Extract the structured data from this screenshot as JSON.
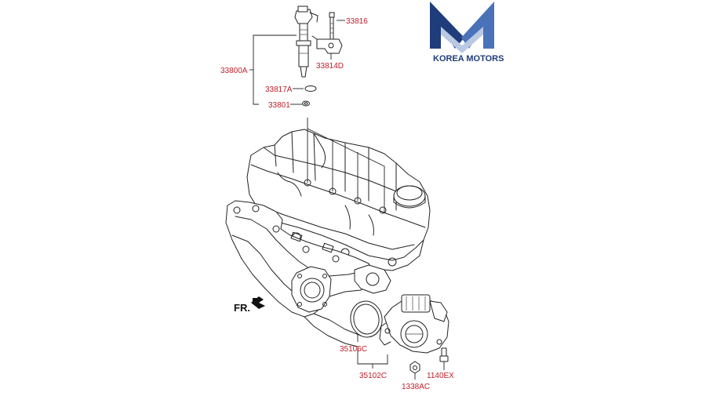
{
  "brand": {
    "name": "KOREA MOTORS",
    "colors": {
      "navy": "#1f3d7a",
      "blue": "#4a72b8",
      "light": "#b9c9e4",
      "accent_red": "#c0202a"
    }
  },
  "orientation_marker": "FR.",
  "callouts": {
    "c33816": "33816",
    "c33814d": "33814D",
    "c33800a": "33800A",
    "c33817a": "33817A",
    "c33801": "33801",
    "c35106c": "35106C",
    "c35102c": "35102C",
    "c1140ex": "1140EX",
    "c1338ac": "1338AC"
  },
  "label_color": "#c0202a"
}
